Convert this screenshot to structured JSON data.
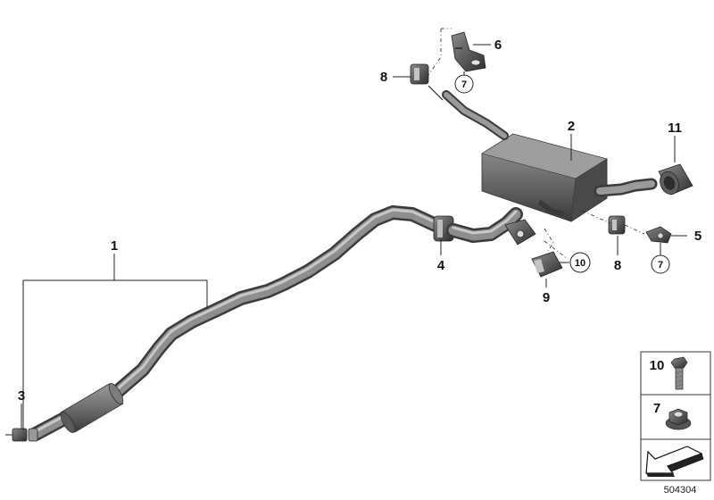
{
  "callouts": {
    "c1": "1",
    "c2": "2",
    "c3": "3",
    "c4": "4",
    "c5": "5",
    "c6": "6",
    "c7_top": "7",
    "c7_right": "7",
    "c8_top": "8",
    "c8_mid": "8",
    "c9": "9",
    "c10": "10",
    "c11": "11"
  },
  "legend": {
    "bolt_number": "10",
    "nut_number": "7"
  },
  "diagram_id": "504304",
  "colors": {
    "pipe_dark": "#5a5a5a",
    "pipe_light": "#a8a8a8",
    "line": "#222222"
  }
}
